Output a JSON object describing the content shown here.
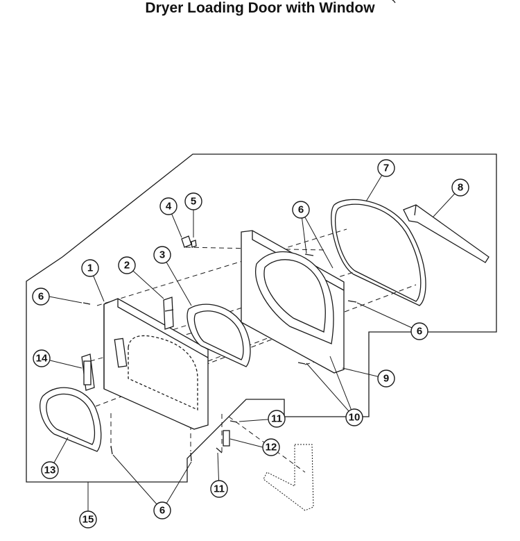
{
  "title": "Dryer Loading Door with Window",
  "callouts": {
    "c1": "1",
    "c2": "2",
    "c3": "3",
    "c4": "4",
    "c5": "5",
    "c6a": "6",
    "c6b": "6",
    "c6c": "6",
    "c6d": "6",
    "c7": "7",
    "c8": "8",
    "c9": "9",
    "c10": "10",
    "c11a": "11",
    "c11b": "11",
    "c12": "12",
    "c13": "13",
    "c14": "14",
    "c15": "15"
  },
  "colors": {
    "line": "#1a1a1a",
    "fill": "#ffffff"
  }
}
